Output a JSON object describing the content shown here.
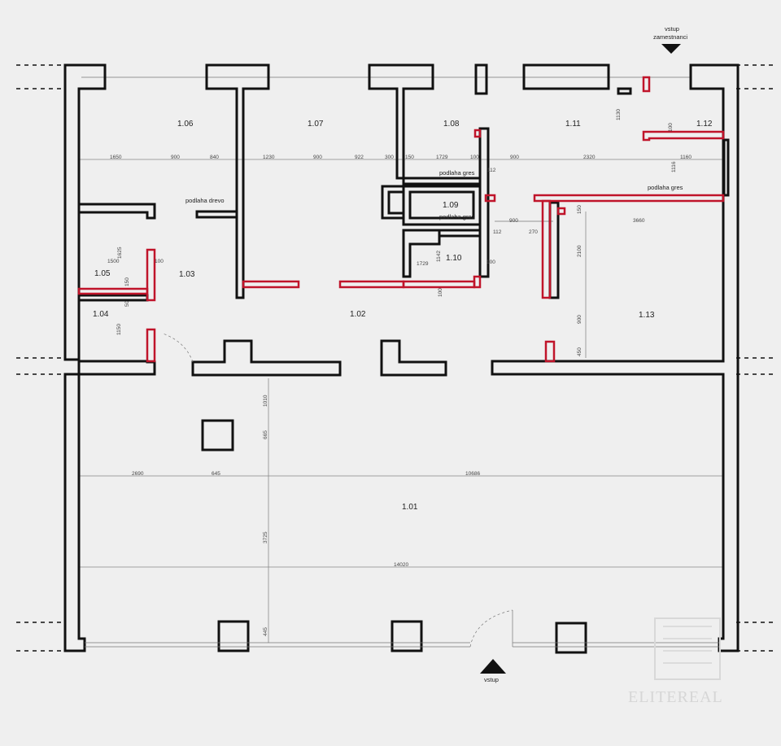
{
  "rooms": {
    "r101": "1.01",
    "r102": "1.02",
    "r103": "1.03",
    "r104": "1.04",
    "r105": "1.05",
    "r106": "1.06",
    "r107": "1.07",
    "r108": "1.08",
    "r109": "1.09",
    "r110": "1.10",
    "r111": "1.11",
    "r112": "1.12",
    "r113": "1.13"
  },
  "labels": {
    "floor_wood": "podlaha drevo",
    "floor_tile_1": "podlaha gres",
    "floor_tile_2": "podlaha gres",
    "floor_tile_3": "podlaha gres",
    "entrance": "vstup",
    "staff_entrance_line1": "vstup",
    "staff_entrance_line2": "zamestnanci"
  },
  "dimensions": {
    "top_row": [
      "1650",
      "900",
      "840",
      "1230",
      "900",
      "922",
      "300",
      "150",
      "1729",
      "100",
      "900",
      "2320"
    ],
    "d1130": "1130",
    "d100a": "100",
    "d1160": "1160",
    "d1116": "1116",
    "d3660": "3660",
    "d150a": "150",
    "d2100": "2100",
    "d900v": "900",
    "d450": "450",
    "d900h": "900",
    "d270": "270",
    "d112a": "112",
    "d112b": "112",
    "d100b": "100",
    "d1729": "1729",
    "d1142": "1142",
    "d100c": "100",
    "d1625": "1625",
    "d1500": "1500",
    "d100d": "100",
    "d150b": "150",
    "d50": "50",
    "d1150": "1150",
    "d1010": "1010",
    "d665": "665",
    "d2690": "2690",
    "d645": "645",
    "d10686": "10686",
    "d3725": "3725",
    "d14020": "14020",
    "d445": "445"
  },
  "watermark": "ELITEREAL"
}
